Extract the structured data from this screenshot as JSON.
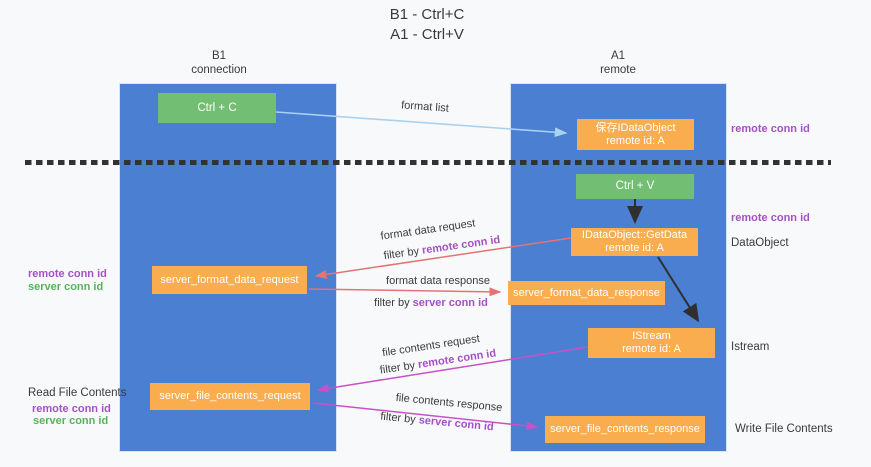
{
  "title": {
    "line1": "B1 - Ctrl+C",
    "line2": "A1 - Ctrl+V"
  },
  "lifelines": {
    "b1": {
      "name": "B1",
      "role": "connection"
    },
    "a1": {
      "name": "A1",
      "role": "remote"
    }
  },
  "nodes": {
    "ctrl_c": "Ctrl + C",
    "ctrl_v": "Ctrl + V",
    "save_dataobject": {
      "title": "保存IDataObject",
      "subtitle": "remote id: A"
    },
    "getdata": {
      "title": "IDataObject::GetData",
      "subtitle": "remote id: A"
    },
    "istream": {
      "title": "IStream",
      "subtitle": "remote id: A"
    },
    "server_format_data_request": "server_format_data_request",
    "server_format_data_response": "server_format_data_response",
    "server_file_contents_request": "server_file_contents_request",
    "server_file_contents_response": "server_file_contents_response"
  },
  "edges": {
    "format_list": "format list",
    "format_data_request": "format data request",
    "format_data_response": "format data response",
    "file_contents_request": "file contents request",
    "file_contents_response": "file contents response",
    "filter_by": "filter by ",
    "remote_conn_id": "remote conn id",
    "server_conn_id": "server conn id"
  },
  "side_labels": {
    "remote_conn_id": "remote conn id",
    "server_conn_id": "server conn id",
    "dataobject": "DataObject",
    "istream": "Istream",
    "read_file_contents": "Read File Contents",
    "write_file_contents": "Write File Contents"
  },
  "colors": {
    "lifeline_blue": "#4a7fd2",
    "node_orange": "#f9ad4e",
    "node_green": "#72bf74",
    "arrow_light_blue": "#a9d2ef",
    "arrow_red": "#e57373",
    "arrow_magenta": "#c850c8",
    "arrow_black": "#2f2f2f",
    "label_purple": "#a650c8",
    "label_green": "#56b35c"
  }
}
